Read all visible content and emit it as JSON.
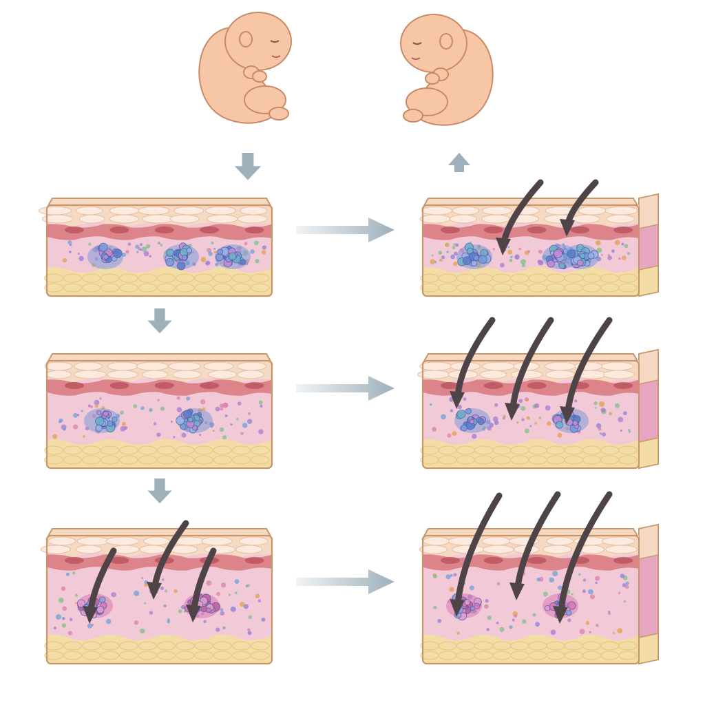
{
  "diagram": {
    "type": "illustrated-process-diagram",
    "text_labels": []
  },
  "figures": {
    "infant_top_left": {
      "depicts": "curled infant",
      "facing": "right"
    },
    "infant_top_right": {
      "depicts": "curled infant",
      "facing": "left"
    }
  },
  "skin_blocks": {
    "rows": [
      {
        "row": 1,
        "left_penetrating_arrows": 0,
        "right_penetrating_arrows": 2,
        "left_clusters": 3,
        "right_clusters": 3
      },
      {
        "row": 2,
        "left_penetrating_arrows": 0,
        "right_penetrating_arrows": 3,
        "left_clusters": 2,
        "right_clusters": 2
      },
      {
        "row": 3,
        "left_penetrating_arrows": 3,
        "right_penetrating_arrows": 3,
        "left_clusters": 2,
        "right_clusters": 2
      }
    ],
    "layers": [
      "epidermis",
      "dermis-band",
      "dermis",
      "subcutaneous-fat"
    ]
  },
  "colors": {
    "epidermis": "#f6d9c3",
    "epidermis_cells": "#fbeadd",
    "band": "#d9787c",
    "dermis": "#f2c9d6",
    "fat": "#f2dda6",
    "fat_cells": "#e9c987",
    "outline": "#c9966a",
    "side_face": "#e6a6c2",
    "skin": "#f7c6a6",
    "skin_outline": "#c88a66",
    "flow_arrow": "#9fb0bb",
    "penetrating_arrow": "#4e4448",
    "cluster_blue": "#7d9ad8",
    "cluster_pink": "#d878b4"
  }
}
